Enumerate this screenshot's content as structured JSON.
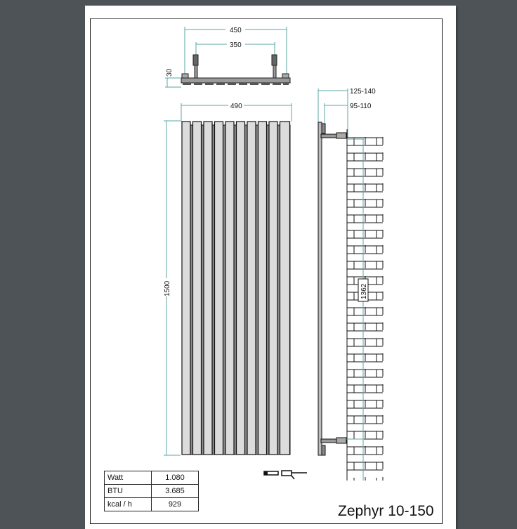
{
  "document": {
    "model_title": "Zephyr 10-150",
    "dimensions": {
      "top_view_width": "450",
      "top_view_bracket_spacing": "350",
      "top_view_depth": "30",
      "front_width": "490",
      "front_height": "1500",
      "side_offset_max": "125-140",
      "side_offset_min": "95-110",
      "bracket_spacing_vertical": "1362"
    },
    "specs": [
      {
        "label": "Watt",
        "value": "1.080"
      },
      {
        "label": "BTU",
        "value": "3.685"
      },
      {
        "label": "kcal / h",
        "value": "929"
      }
    ],
    "column_count": 10,
    "colors": {
      "dimension_line": "#5aa6a6",
      "panel_fill": "#dcdcdc",
      "background": "#4e5357"
    }
  }
}
